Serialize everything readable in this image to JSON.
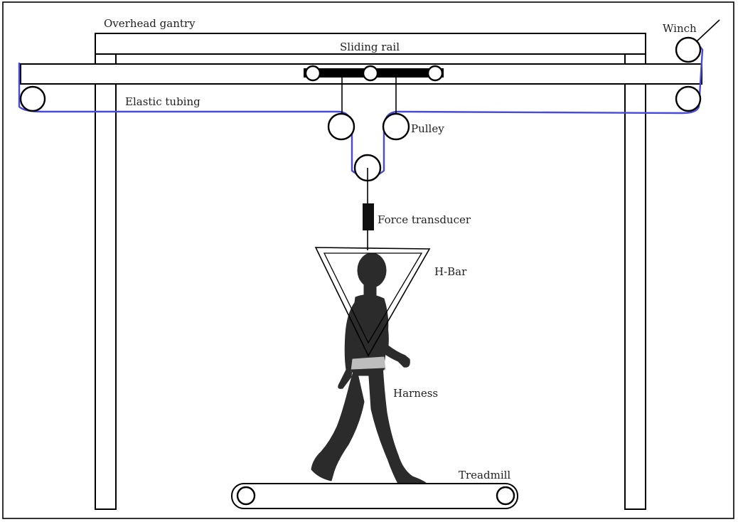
{
  "labels": {
    "overhead_gantry": "Overhead gantry",
    "sliding_rail": "Sliding rail",
    "winch": "Winch",
    "elastic_tubing": "Elastic tubing",
    "pulley": "Pulley",
    "force_transducer": "Force transducer",
    "h_bar": "H-Bar",
    "harness": "Harness",
    "treadmill": "Treadmill"
  },
  "colors": {
    "tubing": "#4a4ad8",
    "silhouette": "#2b2b2b",
    "harness": "#bdbdbd",
    "frame": "#000000"
  }
}
